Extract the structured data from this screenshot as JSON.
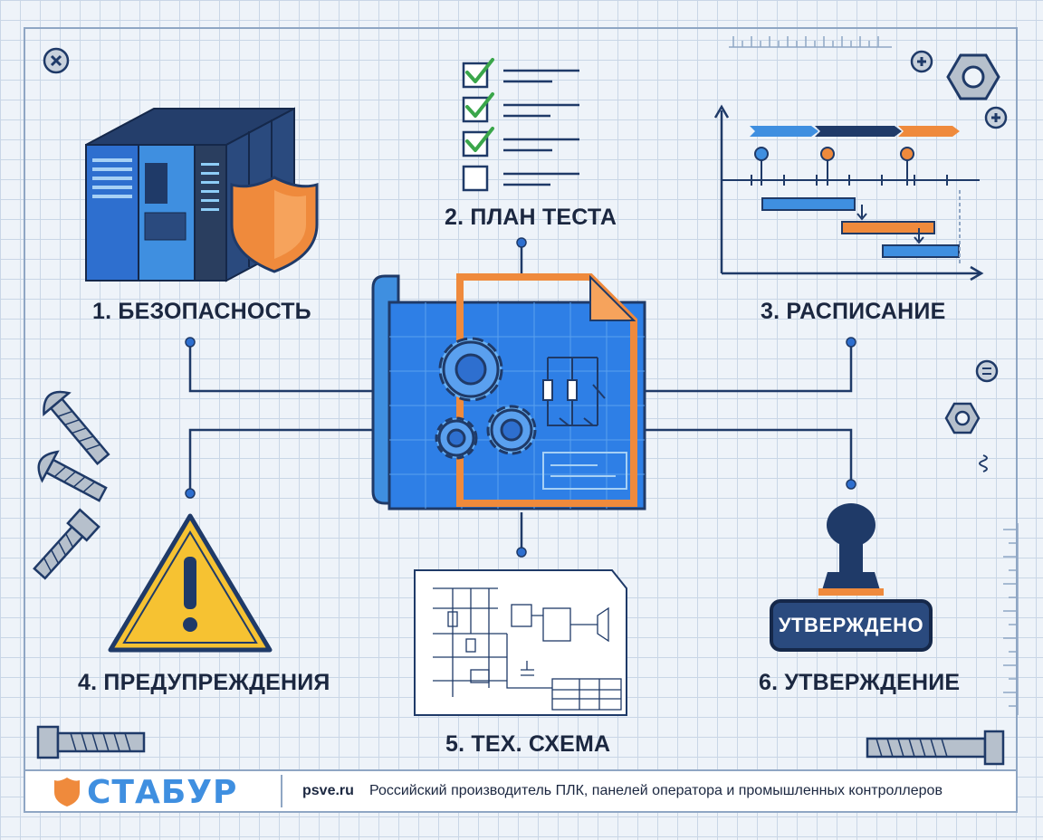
{
  "labels": {
    "security": "1. БЕЗОПАСНОСТЬ",
    "test_plan": "2. ПЛАН ТЕСТА",
    "schedule": "3. РАСПИСАНИЕ",
    "warnings": "4. ПРЕДУПРЕЖДЕНИЯ",
    "tech_schema": "5. ТЕХ. СХЕМА",
    "approval": "6. УТВЕРЖДЕНИЕ"
  },
  "stamp_text": "УТВЕРЖДЕНО",
  "footer": {
    "brand": "СТАБУР",
    "site": "psve.ru",
    "tagline": "Российский производитель ПЛК, панелей оператора и промышленных контроллеров"
  },
  "colors": {
    "blue": "#3f8fe0",
    "dark_navy": "#1f3a68",
    "orange": "#ef8a3c",
    "yellow": "#f6c232",
    "green": "#3aa64a",
    "grid_line": "#c9d6e6"
  },
  "icons": [
    "plc-icon",
    "shield-icon",
    "checklist-icon",
    "gantt-chart-icon",
    "blueprint-icon",
    "gear-icon",
    "warning-icon",
    "schematic-icon",
    "stamp-icon",
    "bolt-icon",
    "nut-icon",
    "screw-icon"
  ]
}
